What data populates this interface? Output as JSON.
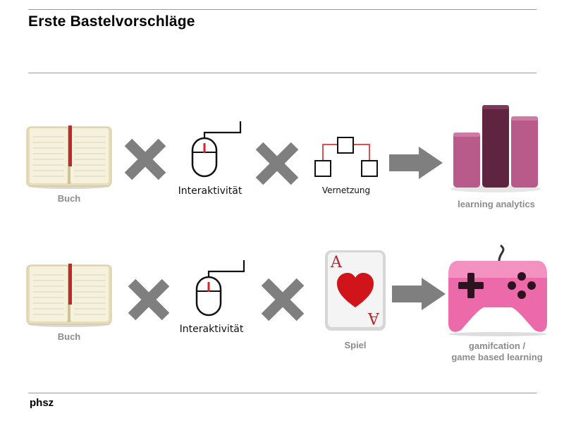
{
  "title": "Erste Bastelvorschläge",
  "footer": "phsz",
  "row1": {
    "book_label": "Buch",
    "interact_label": "Interaktivität",
    "network_label": "Vernetzung",
    "result_label": "learning analytics"
  },
  "row2": {
    "book_label": "Buch",
    "interact_label": "Interaktivität",
    "card_label": "Spiel",
    "card_letter": "A",
    "result_label_line1": "gamifcation /",
    "result_label_line2": "game based learning"
  },
  "colors": {
    "cross": "#7f7f7f",
    "arrow": "#7f7f7f",
    "book_page": "#f6f1dc",
    "bookmark": "#c0282d",
    "network_line": "#d9534f",
    "analytics": "#b85a8a",
    "analytics_dark": "#5e2440",
    "gamepad": "#ec6aa9",
    "heart": "#d0141a"
  }
}
